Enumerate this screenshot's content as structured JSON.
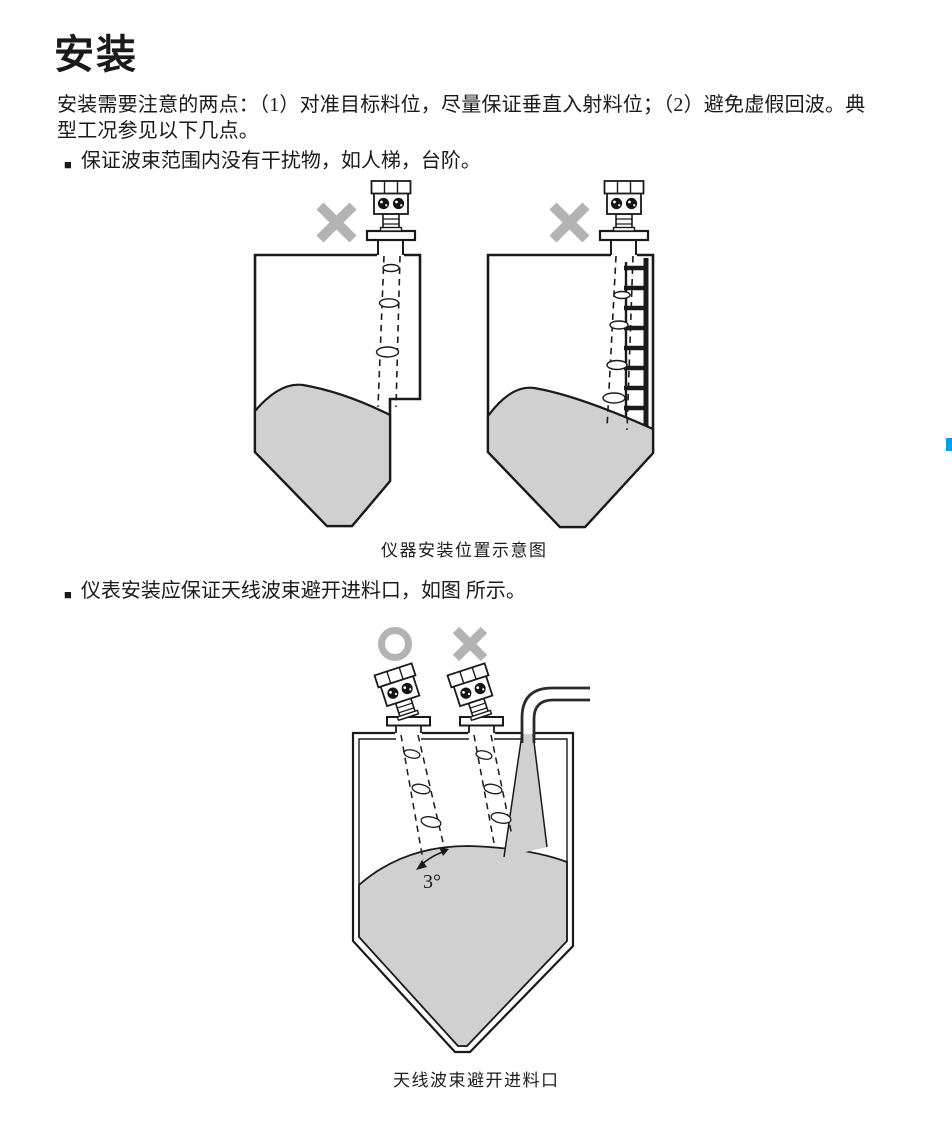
{
  "page": {
    "title": "安装",
    "intro": "安装需要注意的两点：（1）对准目标料位，尽量保证垂直入射料位；（2）避免虚假回波。典\n型工况参见以下几点。",
    "bullets": [
      {
        "marker": "■",
        "text": "保证波束范围内没有干扰物，如人梯，台阶。"
      },
      {
        "marker": "■",
        "text": "仪表安装应保证天线波束避开进料口，如图 所示。"
      }
    ]
  },
  "figure1": {
    "caption": "仪器安装位置示意图",
    "left_mark": "wrong-x",
    "right_mark": "wrong-x"
  },
  "figure2": {
    "caption": "天线波束避开进料口",
    "angle_label": "3°",
    "left_mark": "correct-o",
    "right_mark": "wrong-x"
  },
  "colors": {
    "ink": "#1a1a1a",
    "material_gray": "#d0d0d0",
    "mark_gray": "#b3b3b3",
    "edge_marker_blue": "#00a0e9"
  }
}
